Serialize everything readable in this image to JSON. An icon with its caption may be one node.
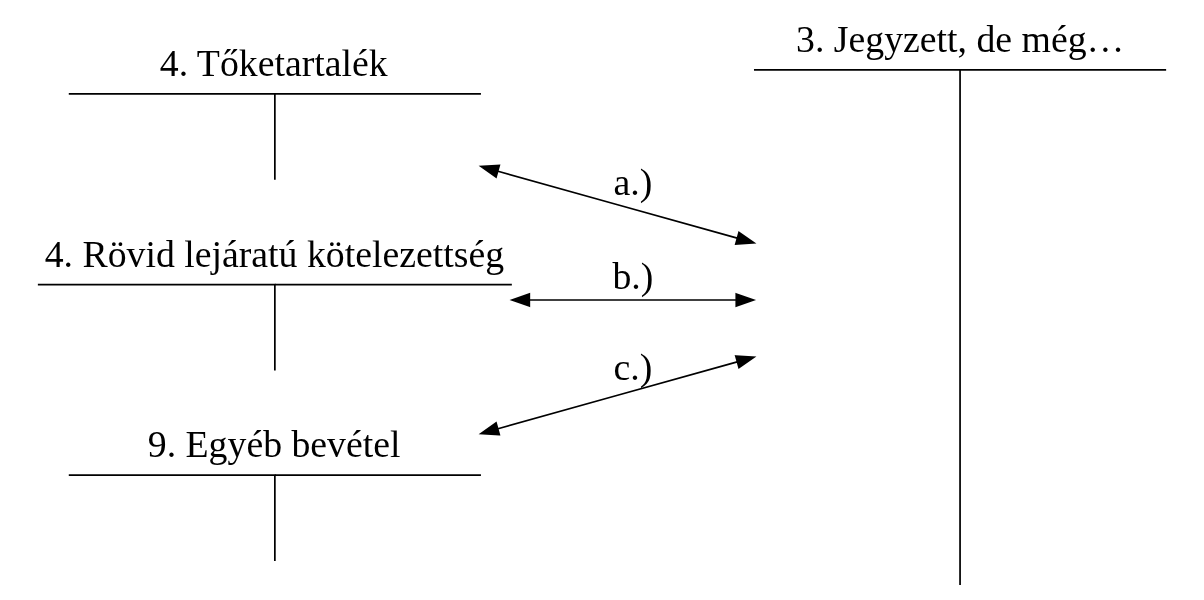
{
  "diagram": {
    "nodes": [
      {
        "text": [
          "4. Tőketartalék"
        ]
      },
      {
        "text": [
          "4. Rövid lejáratú kötelezettség"
        ]
      },
      {
        "text": [
          "9. Egyéb bevétel"
        ]
      },
      {
        "text": [
          "3. Jegyzett, de még…"
        ]
      }
    ],
    "edges": [
      {
        "from": 0,
        "to": 3,
        "arrow": "both",
        "label": "a.)"
      },
      {
        "from": 1,
        "to": 3,
        "arrow": "both",
        "label": "b.)"
      },
      {
        "from": 2,
        "to": 3,
        "arrow": "both",
        "label": "c.)"
      }
    ]
  }
}
